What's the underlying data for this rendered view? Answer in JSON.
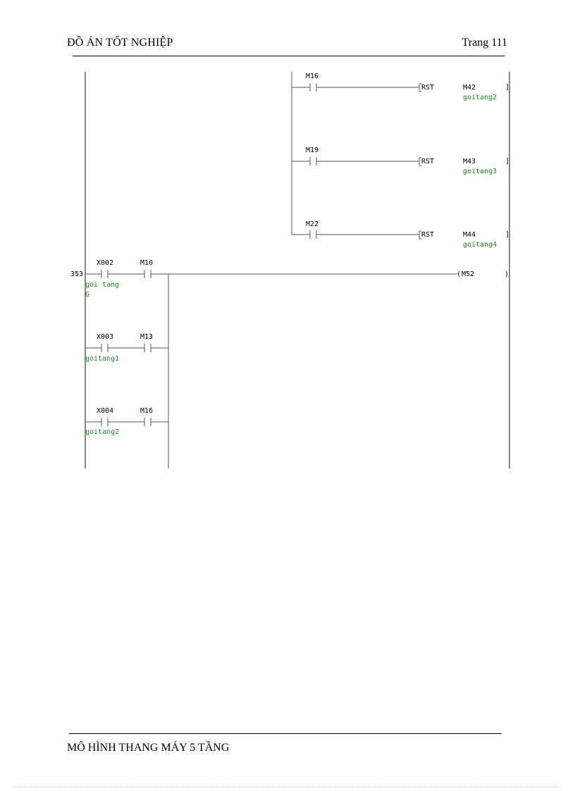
{
  "header": {
    "title": "ĐỒ ÁN TỐT NGHIỆP",
    "page": "Trang 111"
  },
  "footer": {
    "title": "MÔ HÌNH THANG MÁY 5 TẦNG"
  },
  "ladder": {
    "reset_rungs": [
      {
        "contact": "M16",
        "instruction": "RST",
        "device": "M42",
        "comment": "goitang2"
      },
      {
        "contact": "M19",
        "instruction": "RST",
        "device": "M43",
        "comment": "goitang3"
      },
      {
        "contact": "M22",
        "instruction": "RST",
        "device": "M44",
        "comment": "goitang4"
      }
    ],
    "step_number": "353",
    "output_coil": "M52",
    "branches": [
      {
        "input": "X002",
        "input_comment_line1": "goi tang",
        "input_comment_line2": "G",
        "contact": "M10"
      },
      {
        "input": "X003",
        "input_comment_line1": "goitang1",
        "input_comment_line2": "",
        "contact": "M13"
      },
      {
        "input": "X004",
        "input_comment_line1": "goitang2",
        "input_comment_line2": "",
        "contact": "M16"
      }
    ]
  }
}
